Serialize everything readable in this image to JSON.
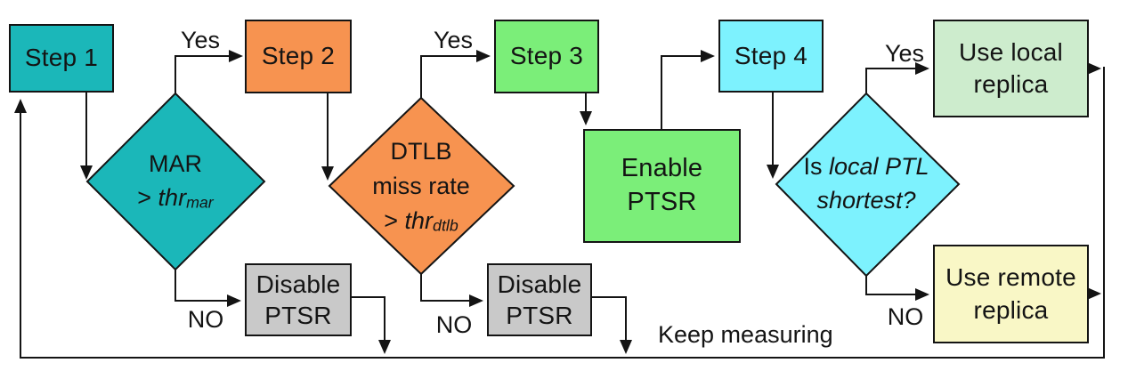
{
  "diagram": {
    "nodes": {
      "step1": {
        "label": "Step 1",
        "color": "#1bb7b9"
      },
      "step2": {
        "label": "Step 2",
        "color": "#f79350"
      },
      "step3": {
        "label": "Step 3",
        "color": "#7bee79"
      },
      "step4": {
        "label": "Step 4",
        "color": "#7df2fe"
      },
      "enable_ptsr": {
        "label": "Enable\nPTSR",
        "color": "#7bee79"
      },
      "disable_ptsr_1": {
        "label": "Disable\nPTSR",
        "color": "#c9c9c9"
      },
      "disable_ptsr_2": {
        "label": "Disable\nPTSR",
        "color": "#c9c9c9"
      },
      "use_local_replica": {
        "label": "Use local\nreplica",
        "color": "#cdeccd"
      },
      "use_remote_replica": {
        "label": "Use remote\nreplica",
        "color": "#f9f7c6"
      }
    },
    "decisions": {
      "mar": {
        "line1": "MAR",
        "operator": ">",
        "variable": "thr",
        "subscript": "mar",
        "color": "#1bb7b9"
      },
      "dtlb": {
        "line1": "DTLB",
        "line2": "miss rate",
        "operator": ">",
        "variable": "thr",
        "subscript": "dtlb",
        "color": "#f79350"
      },
      "local_ptl": {
        "prefix": "Is ",
        "italic1": "local PTL",
        "italic2": "shortest?",
        "color": "#7df2fe"
      }
    },
    "edge_labels": {
      "yes": "Yes",
      "no": "NO",
      "keep_measuring": "Keep measuring"
    },
    "line_color": "#141414"
  }
}
